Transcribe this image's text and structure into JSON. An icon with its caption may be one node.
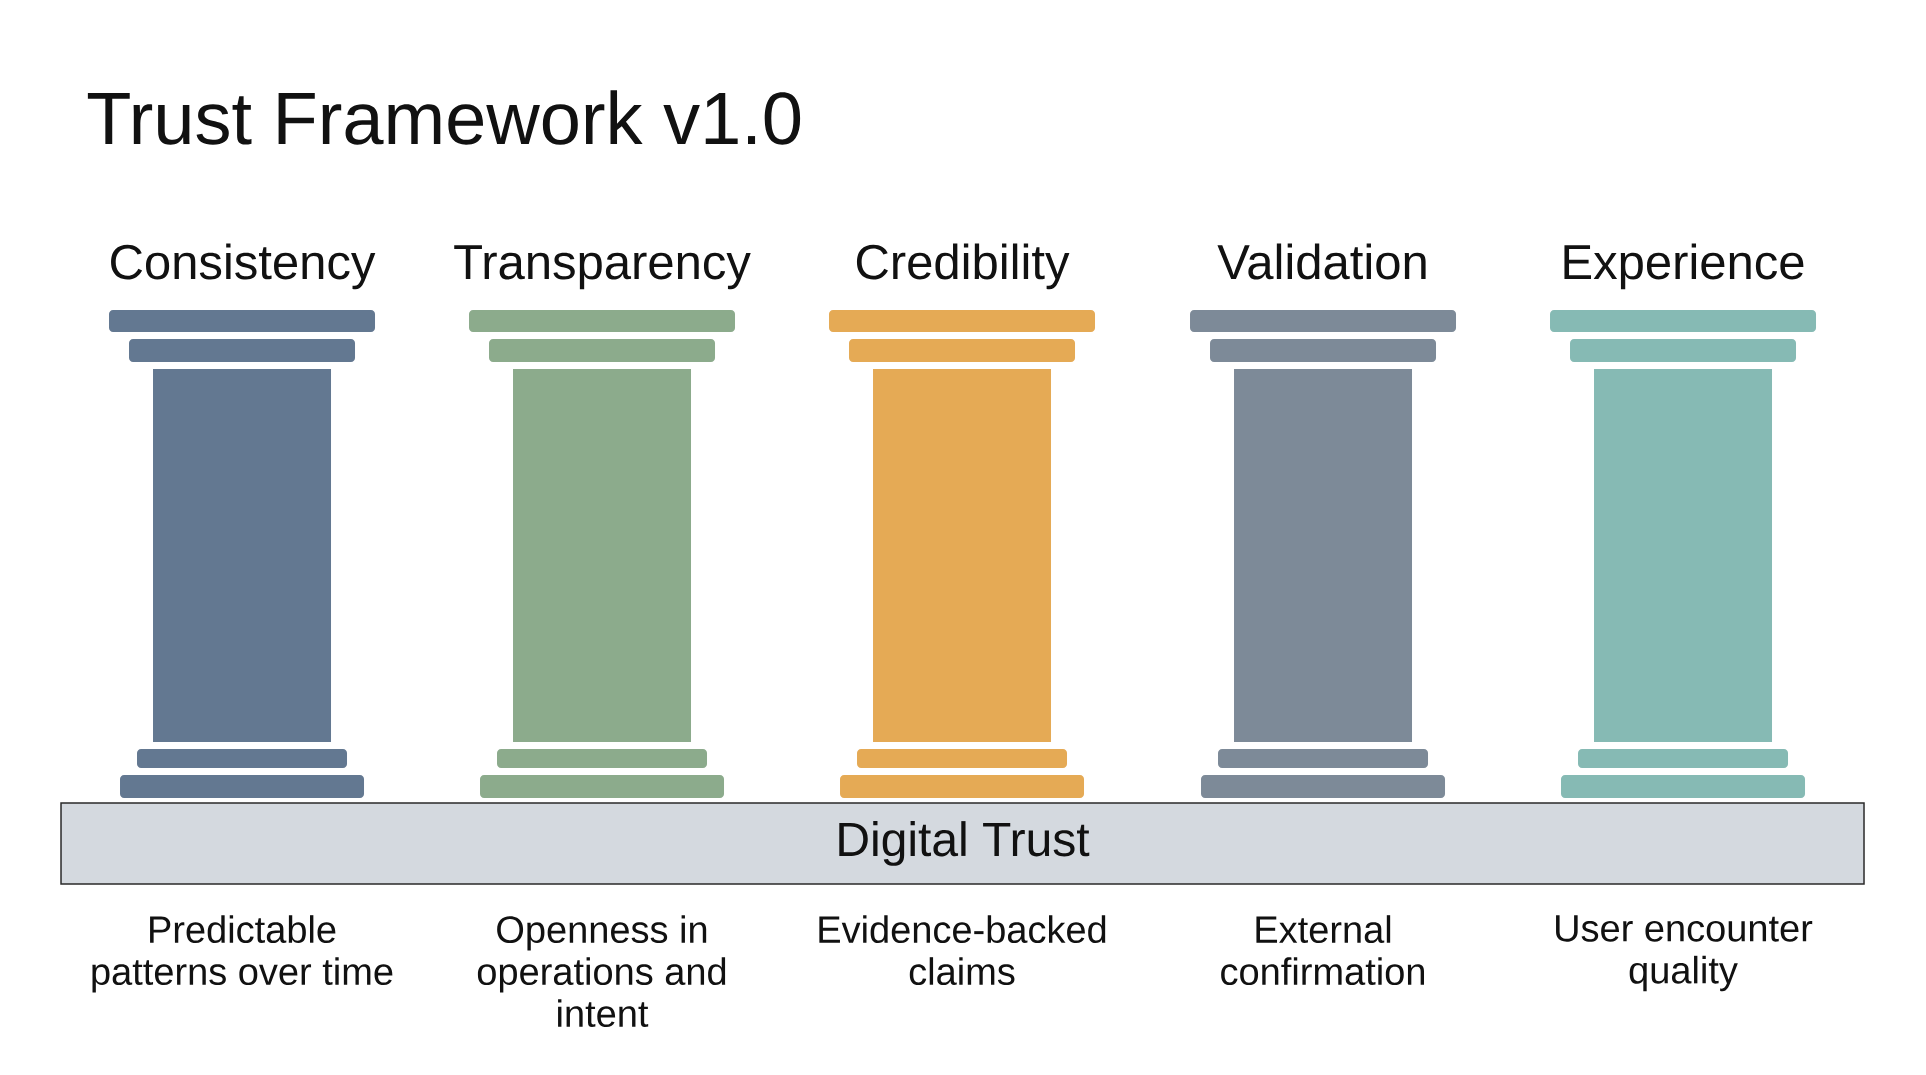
{
  "diagram": {
    "title": "Trust Framework v1.0",
    "nodes": [
      {
        "text": [
          "Consistency"
        ]
      },
      {
        "text": [
          "Transparency"
        ]
      },
      {
        "text": [
          "Credibility"
        ]
      },
      {
        "text": [
          "Validation"
        ]
      },
      {
        "text": [
          "Experience"
        ]
      },
      {
        "text": [
          "Digital Trust"
        ]
      }
    ],
    "labels": [
      "Predictable patterns over time",
      "Openness in operations and intent",
      "Evidence-backed claims",
      "External confirmation",
      "User encounter quality"
    ]
  }
}
